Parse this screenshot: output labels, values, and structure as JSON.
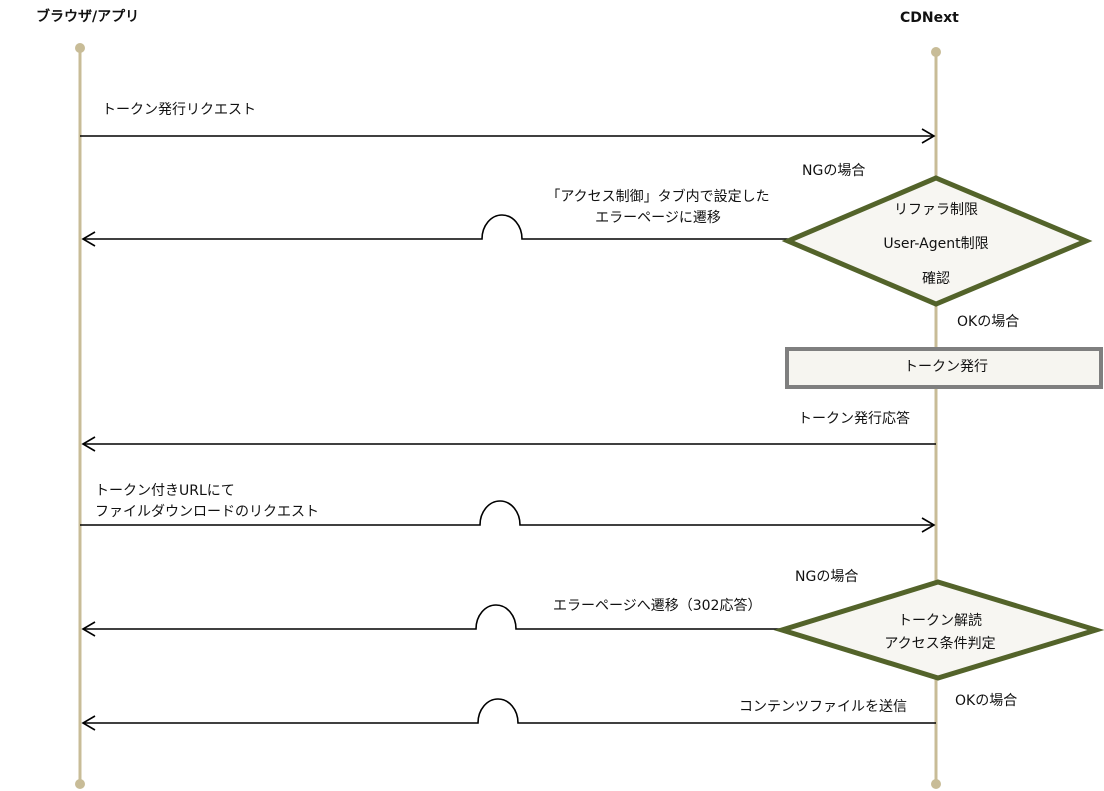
{
  "actors": {
    "left": "ブラウザ/アプリ",
    "right": "CDNext"
  },
  "messages": {
    "token_request": "トークン発行リクエスト",
    "error_redirect_1": "「アクセス制御」タブ内で設定した",
    "error_redirect_2": "エラーページに遷移",
    "token_response": "トークン発行応答",
    "download_request_1": "トークン付きURLにて",
    "download_request_2": "ファイルダウンロードのリクエスト",
    "error_redirect_302": "エラーページへ遷移（302応答）",
    "send_content": "コンテンツファイルを送信"
  },
  "conditions": {
    "ng_1": "NGの場合",
    "ok_1": "OKの場合",
    "ng_2": "NGの場合",
    "ok_2": "OKの場合"
  },
  "decisions": {
    "check_1": "リファラ制限",
    "check_2": "User-Agent制限",
    "check_3": "確認",
    "decode_1": "トークン解読",
    "decode_2": "アクセス条件判定"
  },
  "process": {
    "issue_token": "トークン発行"
  },
  "colors": {
    "lifeline": "#c8bc97",
    "diamond_border": "#53632a",
    "diamond_fill": "#f7f6f2",
    "box_border": "#7f7f7f",
    "box_fill": "#f6f5f0",
    "arrow": "#000000"
  }
}
